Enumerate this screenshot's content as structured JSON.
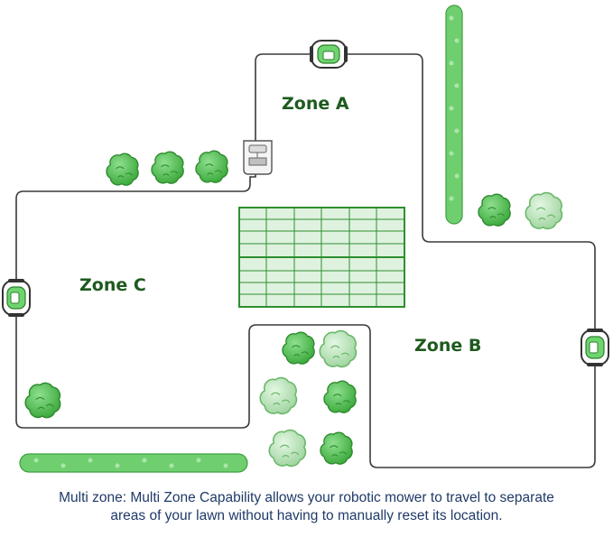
{
  "zones": {
    "a": "Zone A",
    "b": "Zone B",
    "c": "Zone C"
  },
  "caption": {
    "line1": "Multi zone: Multi Zone Capability allows your robotic mower to travel to separate",
    "line2": "areas of your lawn without having to manually reset its location."
  },
  "colors": {
    "wire": "#3a3a3a",
    "bush_dark": "#4cb84c",
    "bush_light": "#a8dca8",
    "hedge": "#6fcf6f",
    "garden_grid": "#2f8f2f",
    "garden_fill": "#dff2df",
    "label": "#1e5a1e",
    "caption": "#1f3a68"
  },
  "icons": {
    "mower": "robotic-mower-icon",
    "station": "charging-station-icon",
    "bush": "bush-icon",
    "hedge": "hedge-row-icon",
    "garden": "vegetable-garden-icon"
  }
}
